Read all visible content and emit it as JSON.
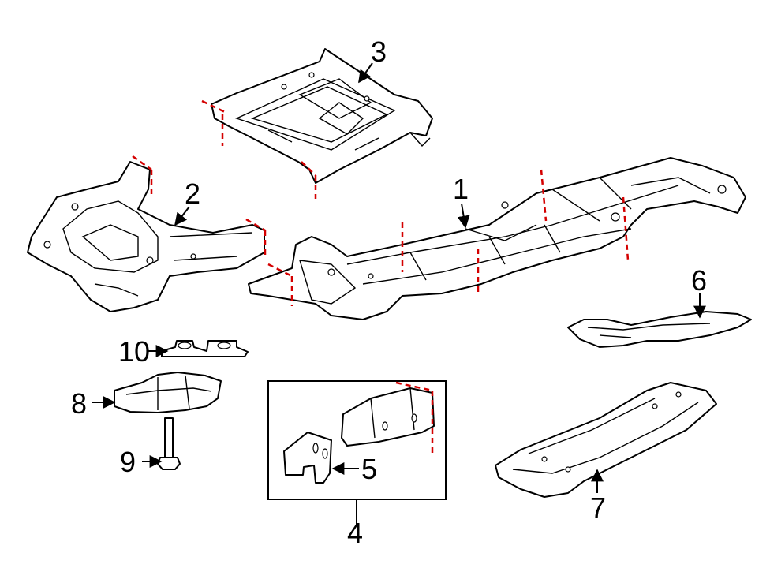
{
  "callouts": [
    {
      "id": "1",
      "label": "1"
    },
    {
      "id": "2",
      "label": "2"
    },
    {
      "id": "3",
      "label": "3"
    },
    {
      "id": "4",
      "label": "4"
    },
    {
      "id": "5",
      "label": "5"
    },
    {
      "id": "6",
      "label": "6"
    },
    {
      "id": "7",
      "label": "7"
    },
    {
      "id": "8",
      "label": "8"
    },
    {
      "id": "9",
      "label": "9"
    },
    {
      "id": "10",
      "label": "10"
    }
  ],
  "colors": {
    "line": "#000000",
    "cut_line": "#d40000",
    "background": "#ffffff"
  }
}
